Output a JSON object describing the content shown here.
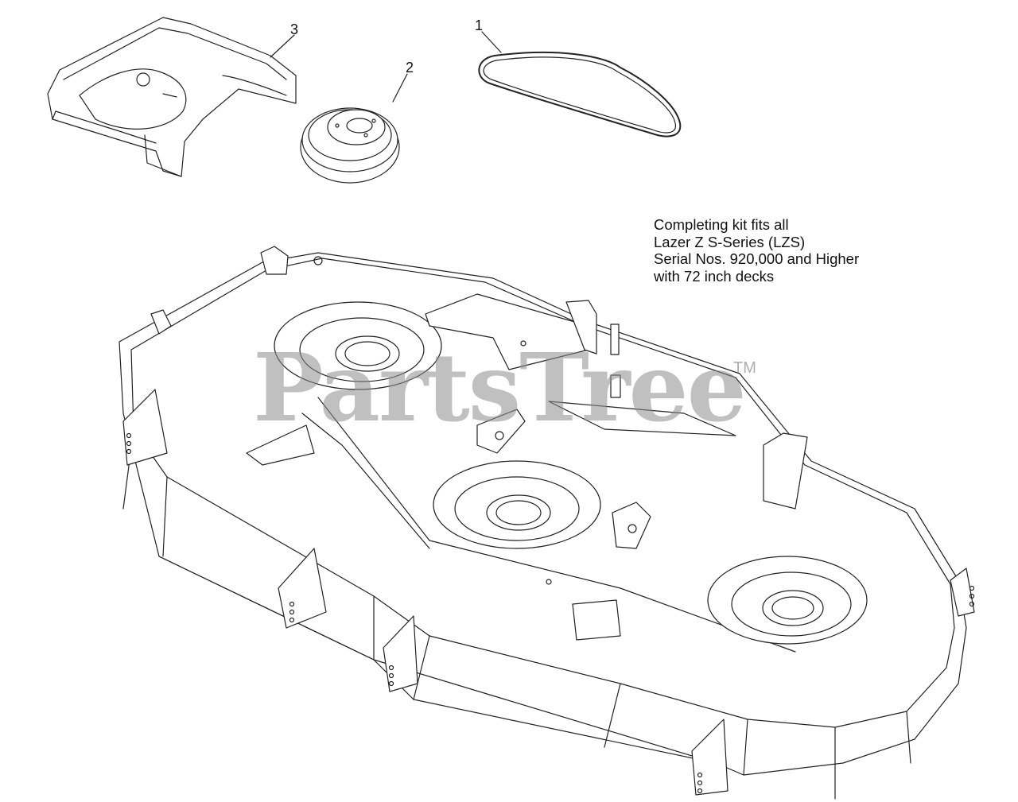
{
  "callouts": [
    {
      "number": "1",
      "part": "belt"
    },
    {
      "number": "2",
      "part": "pulley"
    },
    {
      "number": "3",
      "part": "belt-cover"
    }
  ],
  "note": {
    "lines": [
      "Completing kit fits all",
      "Lazer Z S-Series (LZS)",
      "Serial Nos. 920,000 and Higher",
      "with 72 inch decks"
    ]
  },
  "watermark": {
    "text": "PartsTree",
    "trademark": "TM"
  }
}
